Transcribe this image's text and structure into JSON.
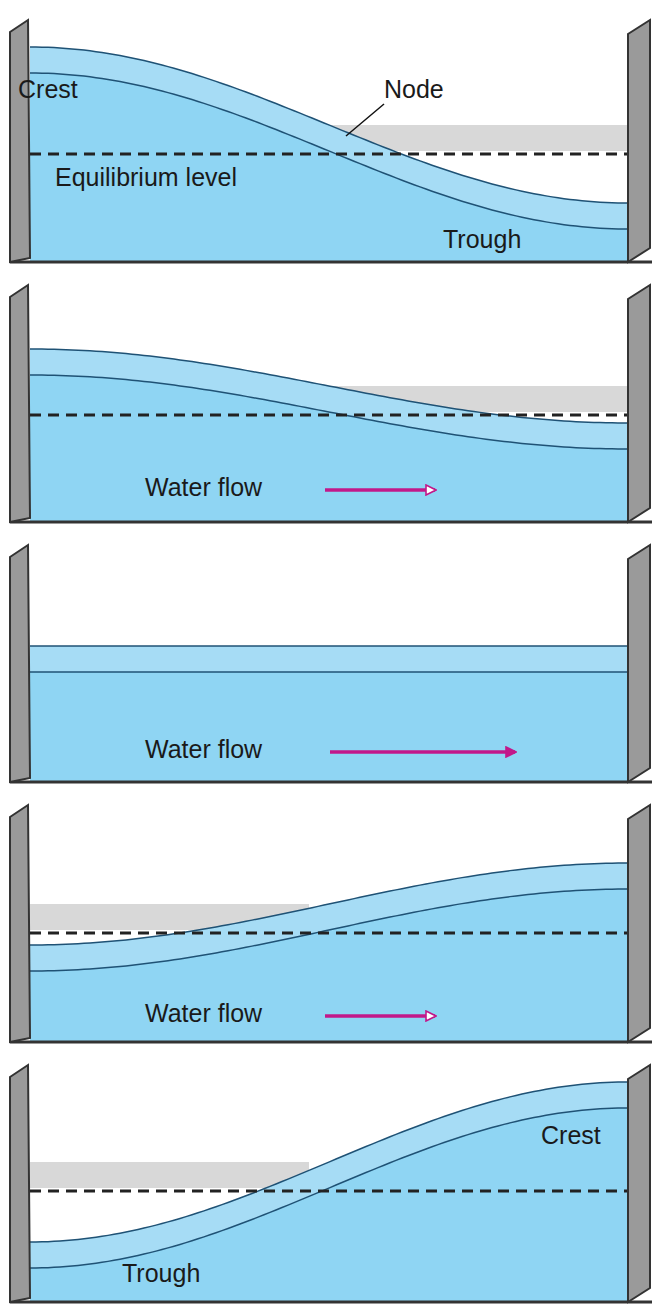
{
  "diagram": {
    "labels": [
      "Crest",
      "Node",
      "Equilibrium level",
      "Trough",
      "Water flow",
      "Water flow",
      "Water flow",
      "Crest",
      "Trough"
    ]
  }
}
